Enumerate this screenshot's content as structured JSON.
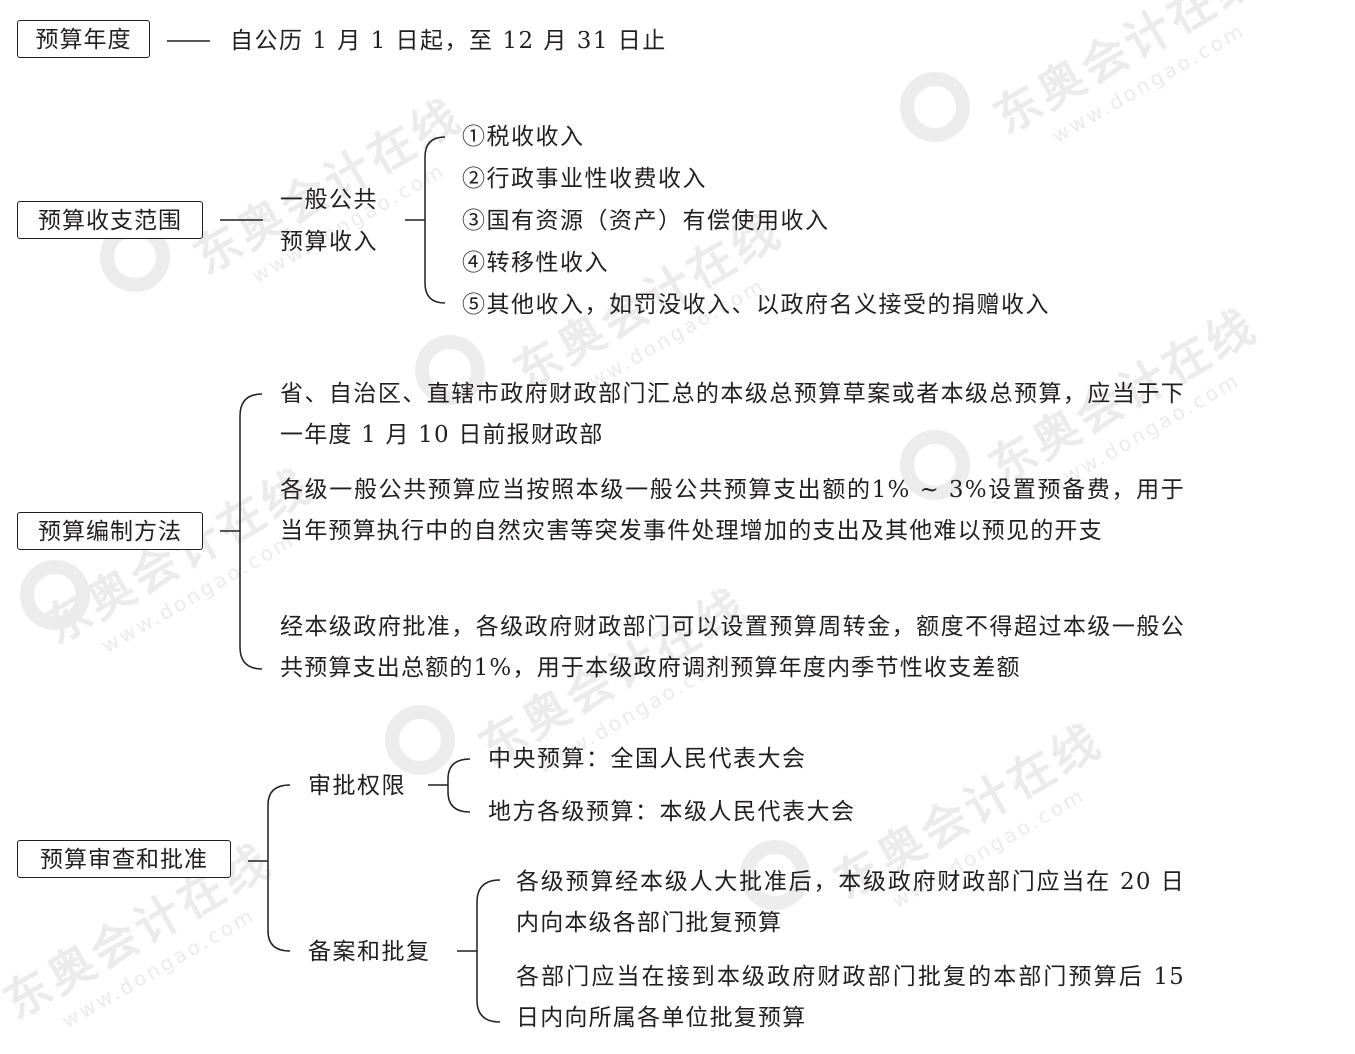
{
  "watermark": {
    "brand": "东奥会计在线",
    "url": "www.dongao.com"
  },
  "year": {
    "label": "预算年度",
    "text": "自公历 1 月 1 日起，至 12 月 31 日止"
  },
  "scope": {
    "label": "预算收支范围",
    "middle": [
      "一般公共",
      "预算收入"
    ],
    "items": [
      "①税收收入",
      "②行政事业性收费收入",
      "③国有资源（资产）有偿使用收入",
      "④转移性收入",
      "⑤其他收入，如罚没收入、以政府名义接受的捐赠收入"
    ]
  },
  "method": {
    "label": "预算编制方法",
    "paragraphs": [
      "省、自治区、直辖市政府财政部门汇总的本级总预算草案或者本级总预算，应当于下一年度 1 月 10 日前报财政部",
      "各级一般公共预算应当按照本级一般公共预算支出额的1% ~ 3%设置预备费，用于当年预算执行中的自然灾害等突发事件处理增加的支出及其他难以预见的开支",
      "经本级政府批准，各级政府财政部门可以设置预算周转金，额度不得超过本级一般公共预算支出总额的1%，用于本级政府调剂预算年度内季节性收支差额"
    ]
  },
  "approval": {
    "label": "预算审查和批准",
    "authority": {
      "label": "审批权限",
      "items": [
        "中央预算：全国人民代表大会",
        "地方各级预算：本级人民代表大会"
      ]
    },
    "filing": {
      "label": "备案和批复",
      "paragraphs": [
        "各级预算经本级人大批准后，本级政府财政部门应当在 20 日内向本级各部门批复预算",
        "各部门应当在接到本级政府财政部门批复的本部门预算后 15 日内向所属各单位批复预算"
      ]
    }
  }
}
